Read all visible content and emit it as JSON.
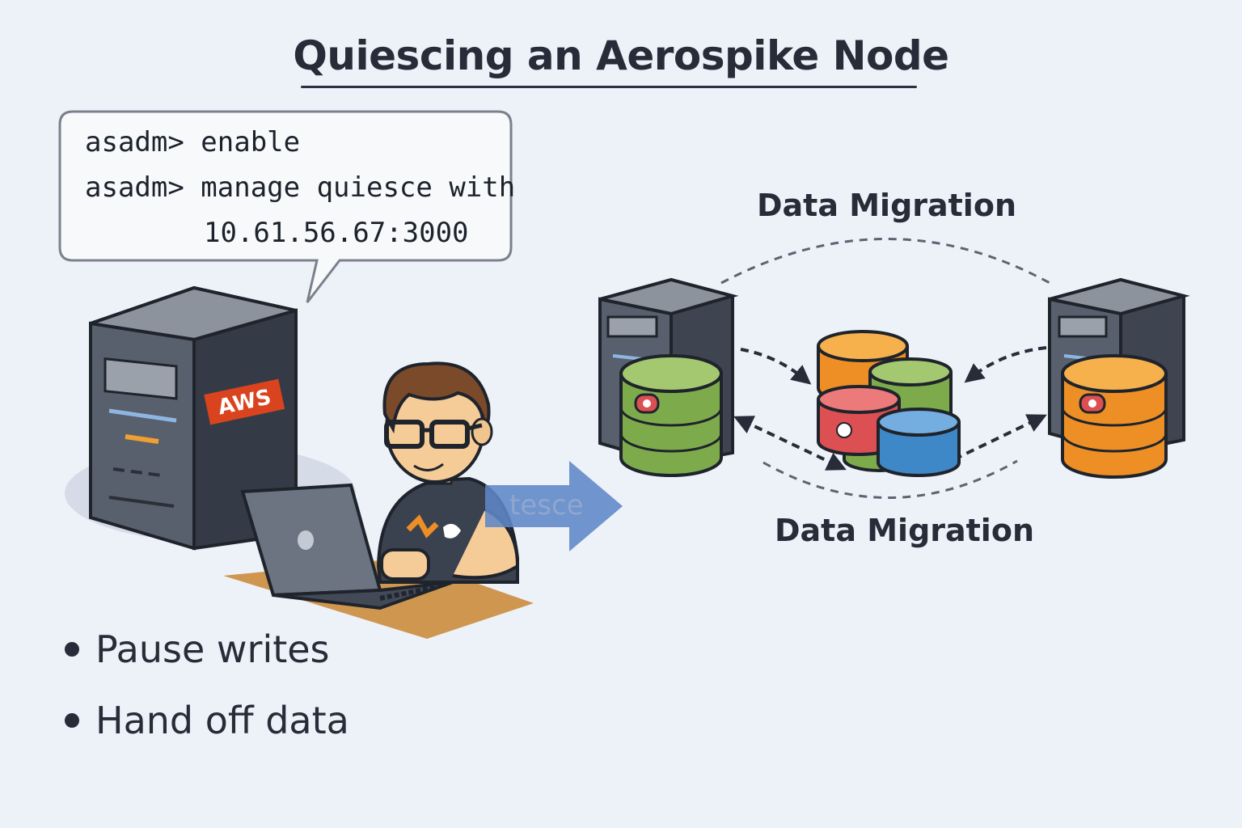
{
  "title": "Quiescing an Aerospike Node",
  "command_bubble": {
    "line1": "asadm> enable",
    "line2": "asadm> manage quiesce with",
    "line3": "10.61.56.67:3000"
  },
  "server_badge": "AWS",
  "arrow_label": "tesce",
  "migration_top_label": "Data Migration",
  "migration_bottom_label": "Data Migration",
  "bullets": [
    "Pause writes",
    "Hand off data"
  ],
  "colors": {
    "background": "#edf1f8",
    "server": "#4b5260",
    "aws_badge": "#d9441e",
    "arrow": "#5f86c6",
    "db_green": "#7dab4c",
    "db_orange": "#ee8f25",
    "db_red": "#dc4f52",
    "db_blue": "#3f88c8"
  }
}
